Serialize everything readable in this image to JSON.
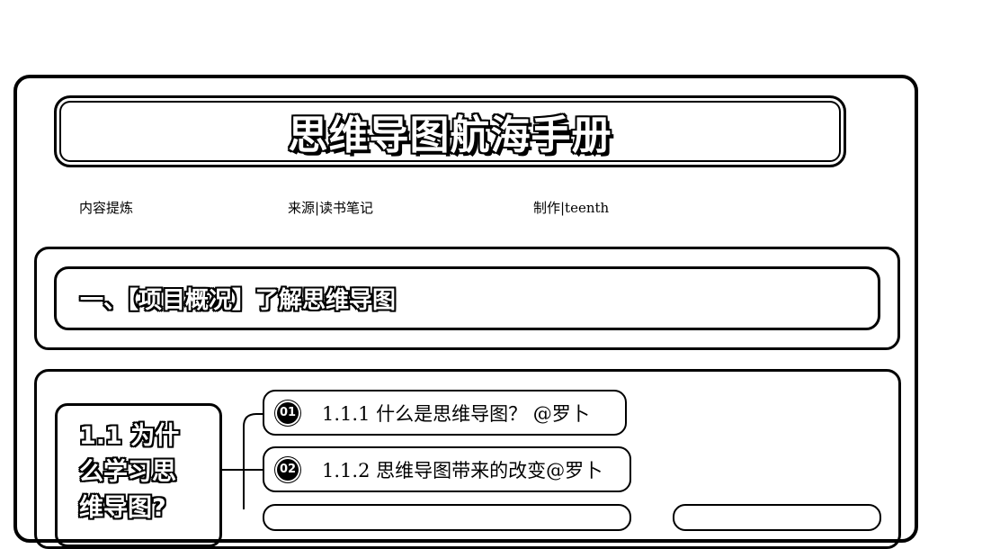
{
  "title": "思维导图航海手册",
  "meta": {
    "left": "内容提炼",
    "middle": "来源|读书笔记",
    "right": "制作|teenth"
  },
  "section": {
    "heading": "一、【项目概况】了解思维导图"
  },
  "topic": {
    "label": "1.1 为什么学习思维导图?"
  },
  "subtopics": [
    {
      "num": "01",
      "text": "1.1.1 什么是思维导图？ @罗卜"
    },
    {
      "num": "02",
      "text": "1.1.2 思维导图带来的改变@罗卜"
    }
  ]
}
